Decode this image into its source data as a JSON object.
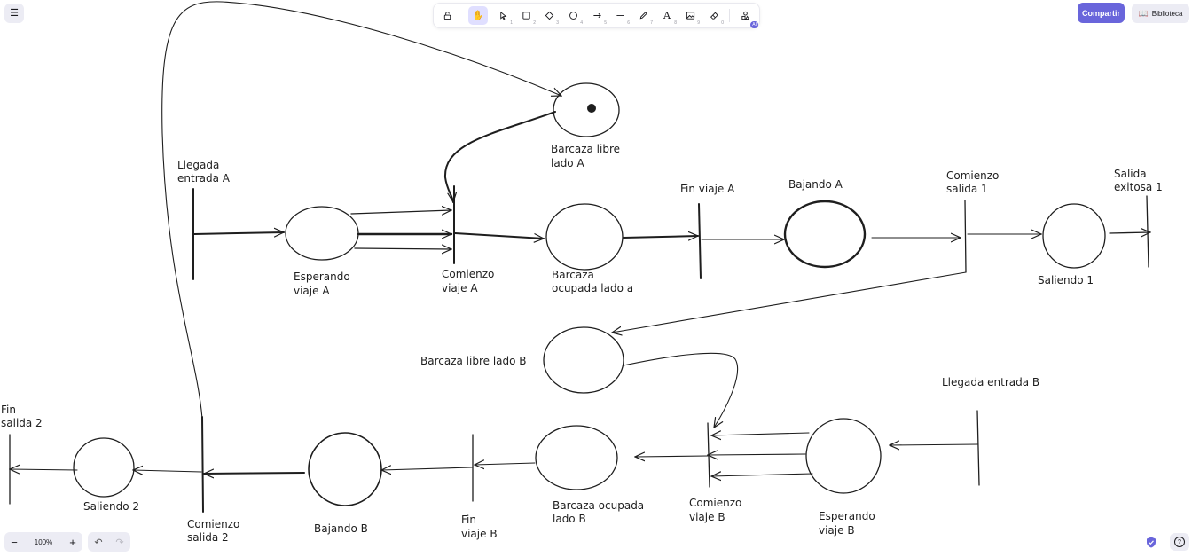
{
  "toolbar": {
    "tools": [
      {
        "name": "lock",
        "key": ""
      },
      {
        "name": "hand",
        "key": ""
      },
      {
        "name": "selection",
        "key": "1"
      },
      {
        "name": "rectangle",
        "key": "2"
      },
      {
        "name": "diamond",
        "key": "3"
      },
      {
        "name": "ellipse",
        "key": "4"
      },
      {
        "name": "arrow",
        "key": "5"
      },
      {
        "name": "line",
        "key": "6"
      },
      {
        "name": "draw",
        "key": "7"
      },
      {
        "name": "text",
        "key": "8"
      },
      {
        "name": "image",
        "key": "9"
      },
      {
        "name": "eraser",
        "key": "0"
      },
      {
        "name": "more-tools",
        "key": ""
      }
    ],
    "active_tool": "hand",
    "ai_badge": "AI"
  },
  "header": {
    "share_label": "Compartir",
    "library_label": "Biblioteca"
  },
  "footer": {
    "zoom_out": "−",
    "zoom_level": "100%",
    "zoom_in": "+"
  },
  "canvas": {
    "labels": {
      "barcaza_libre_a_1": "Barcaza libre",
      "barcaza_libre_a_2": "lado A",
      "llegada_a_1": "Llegada",
      "llegada_a_2": "entrada A",
      "esperando_a_1": "Esperando",
      "esperando_a_2": "viaje A",
      "comienzo_a_1": "Comienzo",
      "comienzo_a_2": "viaje A",
      "ocupada_a_1": "Barcaza",
      "ocupada_a_2": "ocupada lado a",
      "fin_viaje_a": "Fin viaje A",
      "bajando_a": "Bajando A",
      "comienzo_salida1_1": "Comienzo",
      "comienzo_salida1_2": "salida 1",
      "salida_exitosa_1": "Salida",
      "salida_exitosa_2": "exitosa 1",
      "saliendo_1": "Saliendo 1",
      "barcaza_libre_b": "Barcaza libre lado B",
      "llegada_b": "Llegada entrada B",
      "fin_salida2_1": "Fin",
      "fin_salida2_2": "salida 2",
      "saliendo_2": "Saliendo 2",
      "comienzo_salida2_1": "Comienzo",
      "comienzo_salida2_2": "salida 2",
      "bajando_b": "Bajando B",
      "fin_viaje_b_1": "Fin",
      "fin_viaje_b_2": "viaje B",
      "ocupada_b_1": "Barcaza ocupada",
      "ocupada_b_2": "lado B",
      "comienzo_b_1": "Comienzo",
      "comienzo_b_2": "viaje B",
      "esperando_b_1": "Esperando",
      "esperando_b_2": "viaje B"
    }
  },
  "colors": {
    "accent": "#6965db",
    "ink": "#1e1e1e",
    "ui_bg": "#ececf4"
  }
}
